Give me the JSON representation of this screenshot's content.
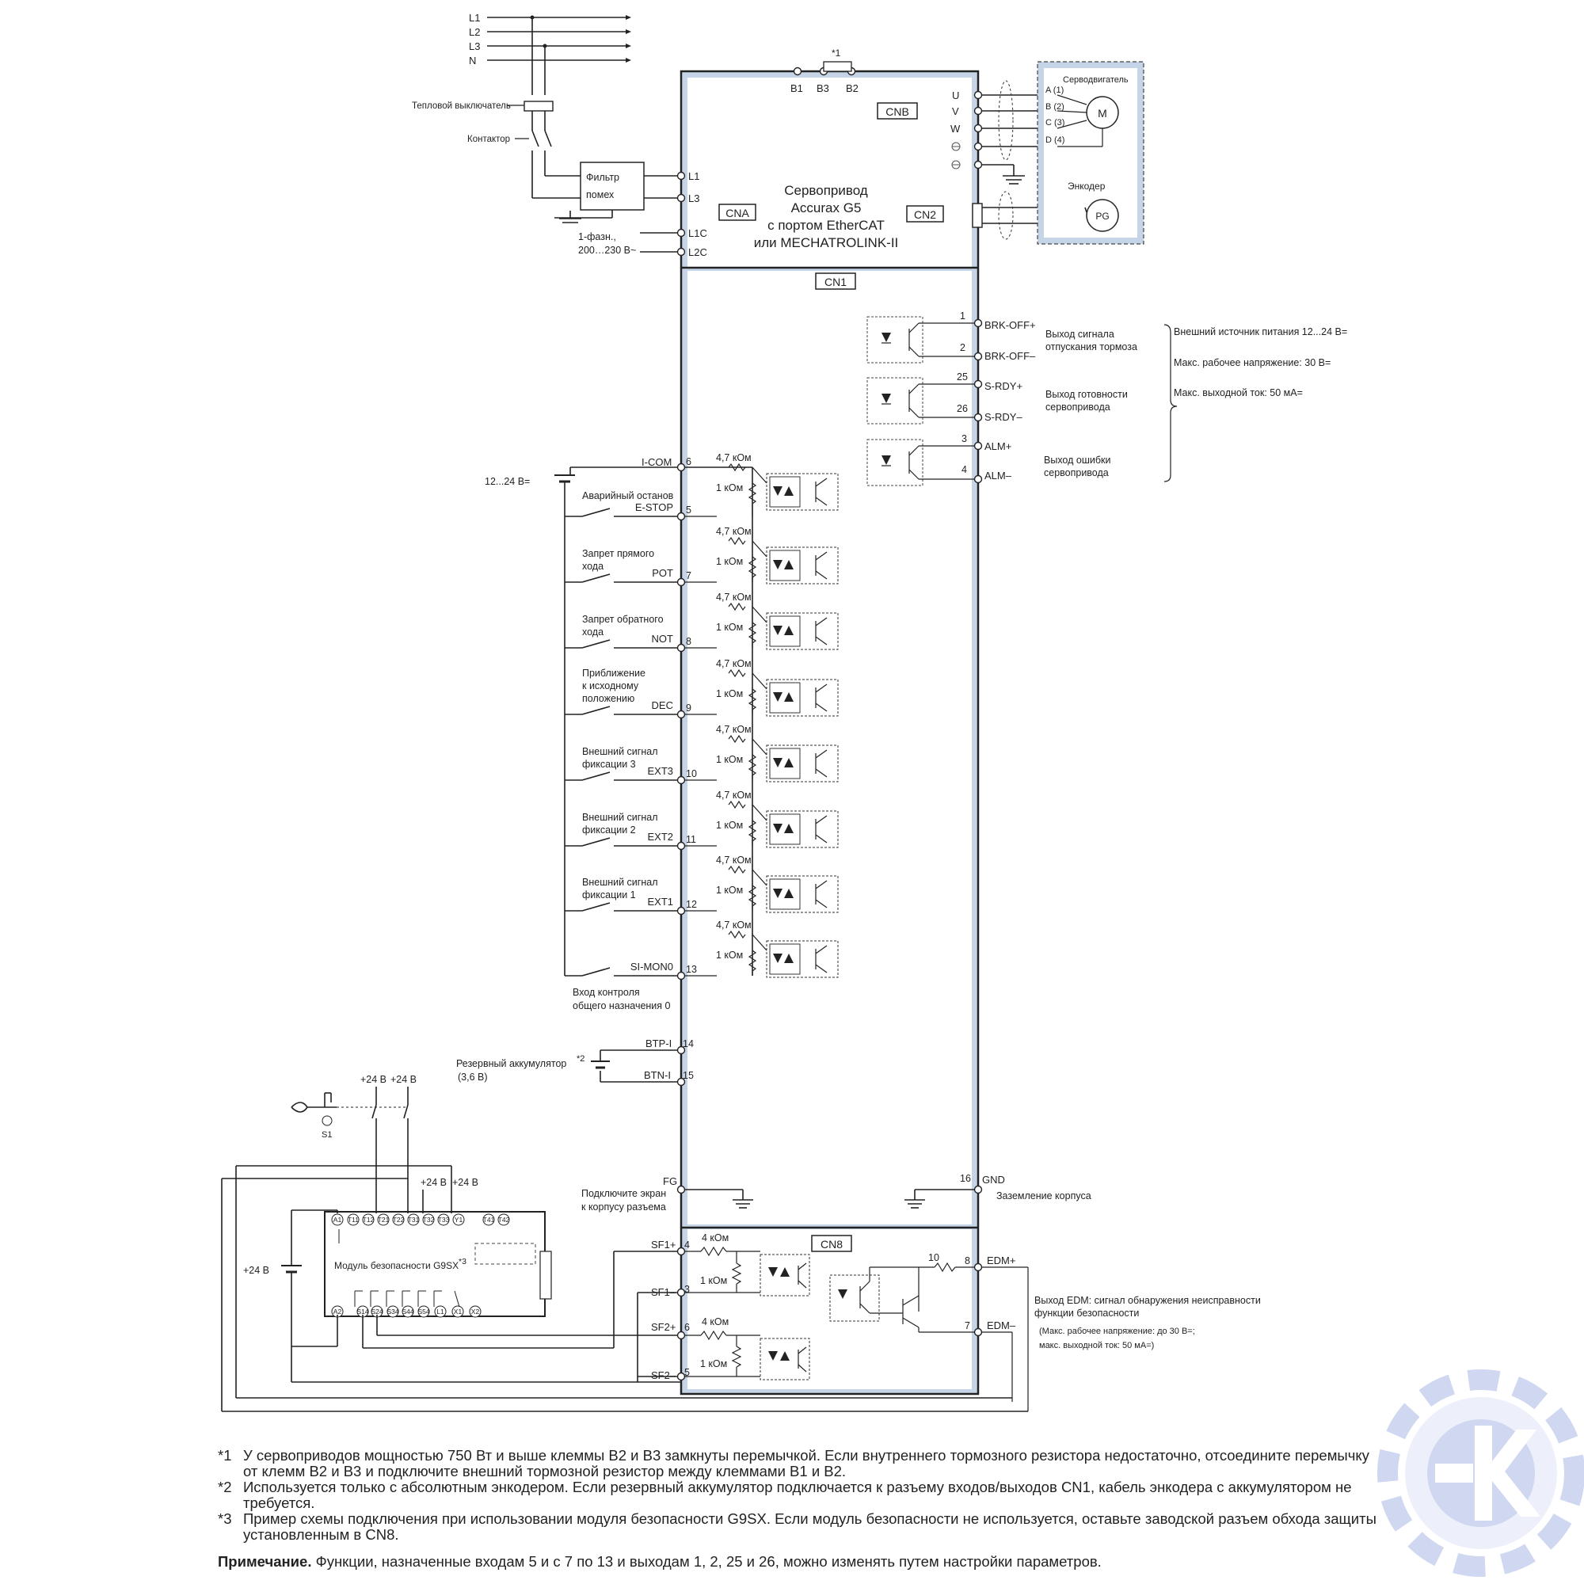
{
  "supply": {
    "lines": [
      "L1",
      "L2",
      "L3",
      "N"
    ]
  },
  "left_components": {
    "thermal_breaker": "Тепловой выключатель",
    "contactor": "Контактор",
    "filter_line1": "Фильтр",
    "filter_line2": "помех",
    "phase_line1": "1-фазн.,",
    "phase_line2": "200…230 В~"
  },
  "drive": {
    "title_lines": [
      "Сервопривод",
      "Accurax G5",
      "с портом EtherCAT",
      "или MECHATROLINK-II"
    ],
    "ports": {
      "cna": "CNA",
      "cnb": "CNB",
      "cn2": "CN2",
      "cn1": "CN1",
      "cn8": "CN8"
    },
    "power_terminals": [
      "L1",
      "L3",
      "L1C",
      "L2C"
    ],
    "brake_terminals": [
      "B1",
      "B3",
      "B2"
    ],
    "brake_note": "*1",
    "motor_terminals": [
      "U",
      "V",
      "W"
    ]
  },
  "motor": {
    "title": "Серводвигатель",
    "phases": [
      "A (1)",
      "B (2)",
      "C (3)",
      "D (4)"
    ],
    "motor_symbol": "M",
    "encoder_title": "Энкодер",
    "encoder_symbol": "PG"
  },
  "outputs": [
    {
      "pin_plus": "1",
      "pin_minus": "2",
      "name_plus": "BRK-OFF+",
      "name_minus": "BRK-OFF–",
      "desc": [
        "Выход сигнала",
        "отпускания тормоза"
      ]
    },
    {
      "pin_plus": "25",
      "pin_minus": "26",
      "name_plus": "S-RDY+",
      "name_minus": "S-RDY–",
      "desc": [
        "Выход готовности",
        "сервопривода"
      ]
    },
    {
      "pin_plus": "3",
      "pin_minus": "4",
      "name_plus": "ALM+",
      "name_minus": "ALM–",
      "desc": [
        "Выход ошибки",
        "сервопривода"
      ]
    }
  ],
  "output_specs": [
    "Внешний источник питания 12...24 В=",
    "Макс. рабочее напряжение: 30 В=",
    "Макс. выходной ток: 50 мА="
  ],
  "input_common": {
    "name": "I-COM",
    "pin": "6",
    "supply": "12...24 В="
  },
  "resistors": {
    "series": "4,7 кОм",
    "parallel": "1 кОм"
  },
  "inputs": [
    {
      "desc": [
        "Аварийный останов"
      ],
      "name": "E-STOP",
      "pin": "5"
    },
    {
      "desc": [
        "Запрет прямого",
        "хода"
      ],
      "name": "POT",
      "pin": "7"
    },
    {
      "desc": [
        "Запрет обратного",
        "хода"
      ],
      "name": "NOT",
      "pin": "8"
    },
    {
      "desc": [
        "Приближение",
        "к исходному",
        "положению"
      ],
      "name": "DEC",
      "pin": "9"
    },
    {
      "desc": [
        "Внешний сигнал",
        "фиксации 3"
      ],
      "name": "EXT3",
      "pin": "10"
    },
    {
      "desc": [
        "Внешний сигнал",
        "фиксации 2"
      ],
      "name": "EXT2",
      "pin": "11"
    },
    {
      "desc": [
        "Внешний сигнал",
        "фиксации 1"
      ],
      "name": "EXT1",
      "pin": "12"
    },
    {
      "desc": [],
      "name": "SI-MON0",
      "pin": "13"
    }
  ],
  "general_input_desc": [
    "Вход контроля",
    "общего назначения 0"
  ],
  "battery": {
    "label": "Резервный аккумулятор",
    "note": "*2",
    "voltage": "(3,6 В)",
    "pins": [
      {
        "name": "BTP-I",
        "pin": "14"
      },
      {
        "name": "BTN-I",
        "pin": "15"
      }
    ]
  },
  "ground": {
    "fg_name": "FG",
    "fg_desc": [
      "Подключите экран",
      "к корпусу разъема"
    ],
    "gnd_name": "GND",
    "gnd_pin": "16",
    "gnd_desc": "Заземление корпуса"
  },
  "safety": {
    "pins": [
      {
        "name": "SF1+",
        "pin": "4"
      },
      {
        "name": "SF1–",
        "pin": "3"
      },
      {
        "name": "SF2+",
        "pin": "6"
      },
      {
        "name": "SF2–",
        "pin": "5"
      }
    ],
    "resistor_series": "4 кОм",
    "resistor_parallel": "1 кОм",
    "edm_plus": {
      "name": "EDM+",
      "pin": "8"
    },
    "edm_minus": {
      "name": "EDM–",
      "pin": "7"
    },
    "edm_resistor": "10",
    "edm_desc": [
      "Выход EDM: сигнал обнаружения неисправности",
      "функции безопасности"
    ],
    "edm_specs": [
      "(Макс. рабочее напряжение: до 30 В=;",
      "макс. выходной ток: 50 мА=)"
    ]
  },
  "g9sx": {
    "label": "Модуль безопасности G9SX",
    "note": "*3",
    "supply_a": "+24 В",
    "supply_b": "+24 В",
    "supply_c": "+24 В",
    "supply_d": "+24 В",
    "supply_left": "+24 В",
    "switch_label": "S1",
    "top_terminals": [
      "A1",
      "T11",
      "T12",
      "T21",
      "T22",
      "T31",
      "T32",
      "T33",
      "Y1",
      "T41",
      "T42"
    ],
    "bottom_terminals": [
      "A2",
      "S14",
      "S24",
      "S34",
      "S44",
      "S54",
      "L1",
      "X1",
      "X2"
    ]
  },
  "footnotes": [
    {
      "mark": "*1",
      "text": "У сервоприводов мощностью 750 Вт и выше клеммы B2 и B3 замкнуты перемычкой. Если внутреннего тормозного резистора недостаточно, отсоедините перемычку от клемм B2 и B3 и подключите внешний тормозной резистор между клеммами B1 и B2."
    },
    {
      "mark": "*2",
      "text": "Используется только с абсолютным энкодером. Если резервный аккумулятор подключается к разъему входов/выходов CN1, кабель энкодера с аккумулятором не требуется."
    },
    {
      "mark": "*3",
      "text": "Пример схемы подключения при использовании модуля безопасности G9SX. Если модуль безопасности не используется, оставьте заводской разъем обхода защиты установленным в CN8."
    }
  ],
  "final_note": {
    "label": "Примечание.",
    "text": "Функции, назначенные входам 5 и с 7 по 13 и выходам 1, 2, 25 и 26, можно изменять путем настройки параметров."
  },
  "logo": {
    "icon": "gear-k-logo-icon",
    "color": "#aab8e4"
  }
}
